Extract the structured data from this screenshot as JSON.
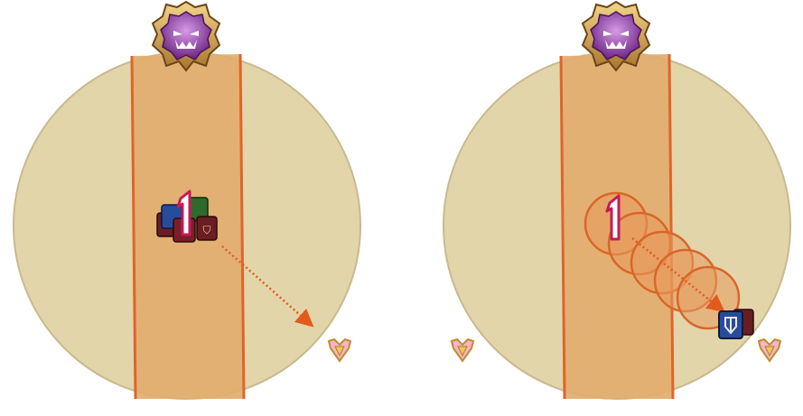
{
  "colors": {
    "arena_fill": "#e3d5aa",
    "arena_stroke": "#c9b98e",
    "lane_fill": "#e2ad6e",
    "lane_border": "#e0642a",
    "aoe_fill": "#e89a5c",
    "aoe_stroke": "#d9662a",
    "arrow": "#e35a1e",
    "marker_number": "#ffffff",
    "marker_outline": "#c41c57",
    "boss_purple": "#8a3fa0",
    "boss_gold": "#c8953f"
  },
  "panels": [
    {
      "id": "before",
      "boss_icon": "boss-demon-icon",
      "marker": {
        "text": "1"
      },
      "party_stack": [
        "tank-icon",
        "healer-icon",
        "dps-icon",
        "dps-icon",
        "dps-icon"
      ],
      "waymarks": [
        "waymark-icon"
      ]
    },
    {
      "id": "after",
      "boss_icon": "boss-demon-icon",
      "marker": {
        "text": "1"
      },
      "aoe_chain_count": 5,
      "party_stack": [
        "tank-icon",
        "dps-icon"
      ],
      "waymarks": [
        "waymark-icon",
        "waymark-icon"
      ]
    }
  ]
}
